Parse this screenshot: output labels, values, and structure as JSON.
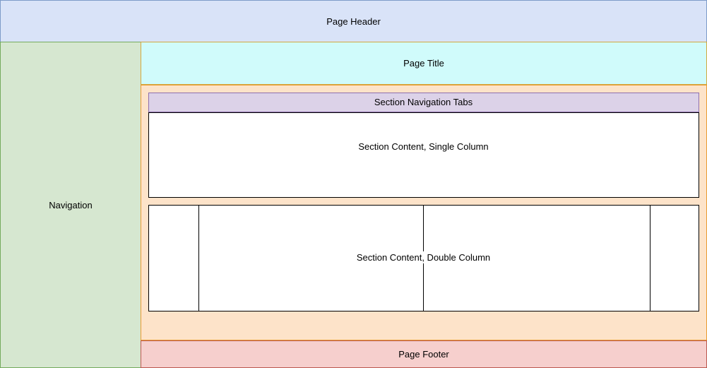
{
  "diagram": {
    "header": {
      "label": "Page Header"
    },
    "navigation": {
      "label": "Navigation"
    },
    "page_title": {
      "label": "Page Title"
    },
    "section": {
      "tabs": {
        "label": "Section Navigation Tabs"
      },
      "single_column": {
        "label": "Section Content, Single Column"
      },
      "double_column": {
        "label": "Section Content, Double Column"
      }
    },
    "footer": {
      "label": "Page Footer"
    }
  },
  "colors": {
    "header_fill": "#d9e3f8",
    "header_border": "#7e9cc9",
    "nav_fill": "#d6e7d0",
    "nav_border": "#75ab5e",
    "title_fill": "#d0fbfb",
    "title_border": "#d2a93f",
    "section_fill": "#fde3c9",
    "section_border": "#e99b31",
    "tabs_fill": "#dcd2e8",
    "tabs_border": "#8e6fae",
    "content_fill": "#ffffff",
    "content_border": "#000000",
    "footer_fill": "#f6cfcd",
    "footer_border": "#bb5a50"
  }
}
